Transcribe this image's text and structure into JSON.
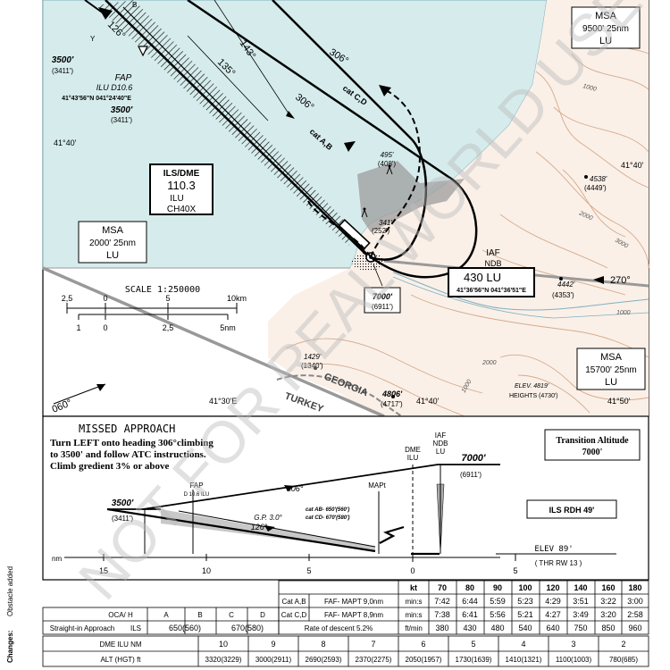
{
  "colors": {
    "water": "#d6ecec",
    "land": "#ffffff",
    "terrain": "#f6e3d6",
    "contour": "#d8a98a",
    "ink": "#000000",
    "watermark": "#c8c8c8"
  },
  "watermark": "NOT FOR REAL WORLD USE",
  "plan": {
    "msa_ne": {
      "label": "MSA",
      "alt": "9500'",
      "dist": "25nm",
      "fix": "LU"
    },
    "msa_w": {
      "label": "MSA",
      "alt": "2000'",
      "dist": "25nm",
      "fix": "LU"
    },
    "msa_se": {
      "label": "MSA",
      "alt": "15700'",
      "dist": "25nm",
      "fix": "LU"
    },
    "ils": {
      "title": "ILS/DME",
      "freq": "110.3",
      "ident": "ILU",
      "channel": "CH40X"
    },
    "iaf": {
      "label": "IAF",
      "type": "NDB",
      "freq": "430",
      "ident": "LU",
      "coords": "41°36'56\"N 041°36'51\"E"
    },
    "fap": {
      "label": "FAP",
      "dme": "ILU D10.6",
      "coords": "41°43'56\"N 041°24'40\"E",
      "alt": "3500'",
      "hgt": "(3411')"
    },
    "alt_3500_top": {
      "alt": "3500'",
      "hgt": "(3411')"
    },
    "alt_7000": {
      "alt": "7000'",
      "hgt": "(6911')"
    },
    "course_126": "126°",
    "course_143": "143°",
    "course_135": "135°",
    "course_306_top": "306°",
    "course_306_mid": "306°",
    "course_270": "270°",
    "course_060": "060°",
    "cat_cd": "cat C,D",
    "cat_ab": "cat A,B",
    "y_label": "Y",
    "b_label": "B",
    "obst_495": {
      "alt": "495'",
      "hgt": "(408')"
    },
    "obst_341": {
      "alt": "341'",
      "hgt": "(252')"
    },
    "obst_4538": {
      "alt": "4538'",
      "hgt": "(4449')"
    },
    "obst_4442": {
      "alt": "4442'",
      "hgt": "(4353')"
    },
    "obst_1429": {
      "alt": "1429'",
      "hgt": "(1340')"
    },
    "obst_4806": {
      "alt": "4806'",
      "hgt": "(4717')"
    },
    "elev": {
      "text": "ELEV. 4819'",
      "hgt": "HEIGHTS (4730')"
    },
    "contours": [
      "1000",
      "2000",
      "3000",
      "1000",
      "2000",
      "1000"
    ],
    "lat_4140_w": "41°40'",
    "lat_4140_e": "41°40'",
    "lat_4140_bottom": "41°40'",
    "lon_4130": "41°30'E",
    "lon_4150": "41°50'",
    "country_1": "GEORGIA",
    "country_2": "TURKEY",
    "scale": {
      "title": "SCALE 1:250000",
      "km_ticks": [
        "2,5",
        "0",
        "5",
        "10km"
      ],
      "nm_ticks": [
        "1",
        "0",
        "2,5",
        "5nm"
      ]
    }
  },
  "profile": {
    "missed_title": "MISSED APPROACH",
    "missed_lines": [
      "Turn LEFT onto heading 306°climbing",
      "to 3500' and follow ATC instructions.",
      "Climb gredient 3% or above"
    ],
    "transition": {
      "label": "Transition Altitude",
      "alt": "7000'"
    },
    "ils_rdh": "ILS RDH 49'",
    "dme_ilu": {
      "a": "DME",
      "b": "ILU"
    },
    "iaf_ndb": {
      "a": "IAF",
      "b": "NDB",
      "c": "LU"
    },
    "alt_7000": "7000'",
    "hgt_6911": "(6911')",
    "alt_3500": "3500'",
    "hgt_3411": "(3411')",
    "fap": "FAP",
    "fap_dme": "D 10.6 ILU",
    "course_306": "306°",
    "course_126": "126°",
    "gp": "G.P. 3.0°",
    "mapt": "MAPt",
    "mapt_ab": "cat AB- 650'(560')",
    "mapt_cd": "cat CD- 670'(580')",
    "elev": "ELEV 89'",
    "thr": "( THR RW 13 )",
    "nm": "nm",
    "axis": [
      "15",
      "10",
      "5",
      "0",
      "5"
    ]
  },
  "side": {
    "obstacle": "Obstacle added",
    "changes": "Changes:"
  },
  "tables": {
    "speed": {
      "header": [
        "kt",
        "70",
        "80",
        "90",
        "100",
        "120",
        "140",
        "160",
        "180"
      ],
      "rows": [
        {
          "cat": "Cat A,B",
          "desc": "FAF- MAPT 9,0nm",
          "unit": "min:s",
          "vals": [
            "7:42",
            "6:44",
            "5:59",
            "5:23",
            "4:29",
            "3:51",
            "3:22",
            "3:00"
          ]
        },
        {
          "cat": "Cat C,D",
          "desc": "FAF- MAPT 8,9nm",
          "unit": "min:s",
          "vals": [
            "7:38",
            "6:41",
            "5:56",
            "5:21",
            "4:27",
            "3:49",
            "3:20",
            "2:58"
          ]
        }
      ],
      "rate": {
        "label": "Rate of descent 5.2%",
        "unit": "ft/min",
        "vals": [
          "380",
          "430",
          "480",
          "540",
          "640",
          "750",
          "850",
          "960"
        ]
      }
    },
    "oca": {
      "header": [
        "OCA/ H",
        "A",
        "B",
        "C",
        "D"
      ],
      "row": {
        "label": "Straight-in Approach",
        "type": "ILS",
        "ab": "650(560)",
        "cd": "670(580)"
      }
    },
    "dme": {
      "label": "DME ILU NM",
      "nm": [
        "10",
        "9",
        "8",
        "7",
        "6",
        "5",
        "4",
        "3",
        "2"
      ],
      "alt_label": "ALT (HGT) ft",
      "alts": [
        "3320(3229)",
        "3000(2911)",
        "2690(2593)",
        "2370(2275)",
        "2050(1957)",
        "1730(1639)",
        "1410(1321)",
        "1100(1003)",
        "780(685)"
      ]
    }
  }
}
